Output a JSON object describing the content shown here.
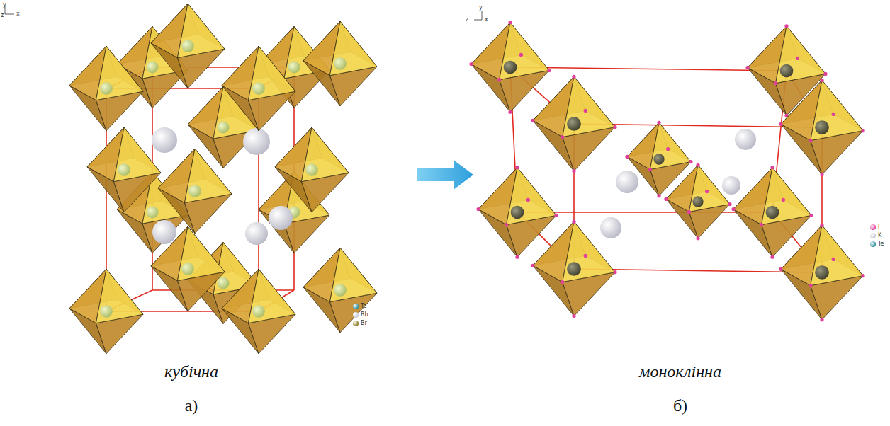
{
  "diagram": {
    "labels": [
      "y",
      "z",
      "x",
      "кубічна",
      "а)",
      "y",
      "z",
      "x",
      "моноклінна",
      "б)"
    ],
    "legend": [
      {
        "text": "Te",
        "color": "#2a8e9c"
      },
      {
        "text": "Rb",
        "color": "#c9cad6"
      },
      {
        "text": "Br",
        "color": "#8c7a1e"
      },
      {
        "text": "I",
        "color": "#e0409a"
      },
      {
        "text": "K",
        "color": "#c9cad6"
      },
      {
        "text": "Te",
        "color": "#2a8e9c"
      }
    ]
  }
}
